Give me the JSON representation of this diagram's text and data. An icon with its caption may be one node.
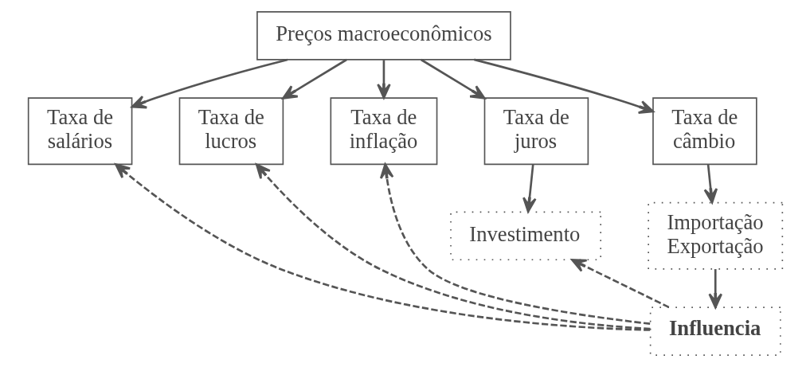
{
  "diagram": {
    "nodes": [
      {
        "text": [
          "Preços macroeconômicos"
        ]
      },
      {
        "text": [
          "Taxa de salários"
        ]
      },
      {
        "text": [
          "Taxa de lucros"
        ]
      },
      {
        "text": [
          "Taxa de inflação"
        ]
      },
      {
        "text": [
          "Taxa de juros"
        ]
      },
      {
        "text": [
          "Taxa de câmbio"
        ]
      },
      {
        "text": [
          "Investimento"
        ]
      },
      {
        "text": [
          "Importação Exportação"
        ]
      },
      {
        "text": [
          "Influencia"
        ]
      }
    ],
    "edges": [
      {
        "from": 0,
        "to": 1,
        "arrow": "to"
      },
      {
        "from": 0,
        "to": 2,
        "arrow": "to"
      },
      {
        "from": 0,
        "to": 3,
        "arrow": "to"
      },
      {
        "from": 0,
        "to": 4,
        "arrow": "to"
      },
      {
        "from": 0,
        "to": 5,
        "arrow": "to"
      },
      {
        "from": 4,
        "to": 6,
        "arrow": "to"
      },
      {
        "from": 5,
        "to": 7,
        "arrow": "to"
      },
      {
        "from": 7,
        "to": 8,
        "arrow": "to"
      },
      {
        "from": 8,
        "to": 1,
        "arrow": "to",
        "style": "dashed"
      },
      {
        "from": 8,
        "to": 2,
        "arrow": "to",
        "style": "dashed"
      },
      {
        "from": 8,
        "to": 3,
        "arrow": "to",
        "style": "dashed"
      },
      {
        "from": 8,
        "to": 6,
        "arrow": "to",
        "style": "dashed"
      }
    ]
  }
}
